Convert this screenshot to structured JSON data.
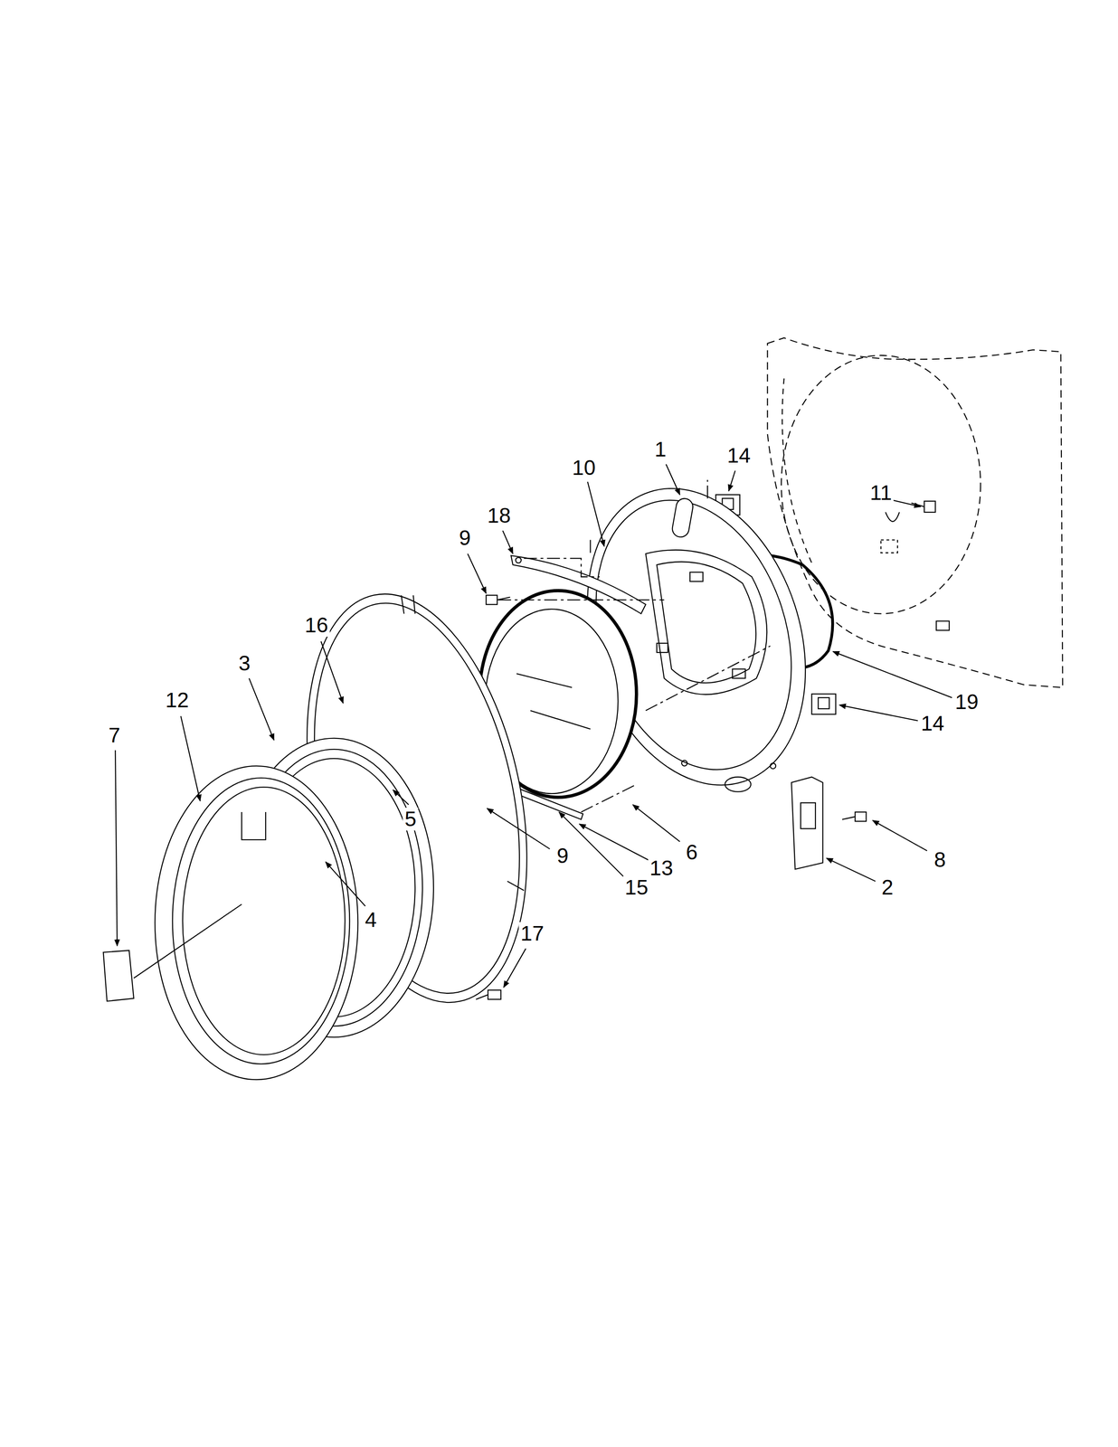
{
  "diagram": {
    "labels": [
      "1",
      "14",
      "10",
      "18",
      "9",
      "11",
      "16",
      "3",
      "12",
      "7",
      "19",
      "14",
      "5",
      "9",
      "13",
      "6",
      "15",
      "4",
      "8",
      "2",
      "17"
    ]
  }
}
